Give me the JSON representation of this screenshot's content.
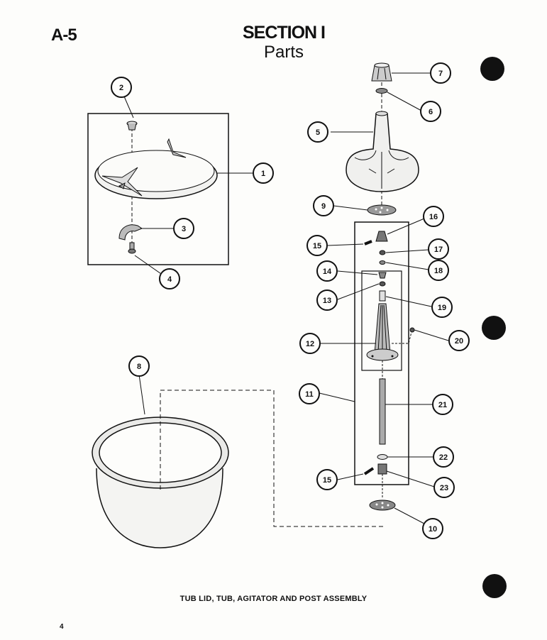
{
  "header": {
    "page_code": "A-5",
    "section_title": "SECTION I",
    "section_subtitle": "Parts"
  },
  "caption": "TUB LID, TUB, AGITATOR AND POST ASSEMBLY",
  "page_number": "4",
  "callouts": [
    "1",
    "2",
    "3",
    "4",
    "5",
    "6",
    "7",
    "8",
    "9",
    "10",
    "11",
    "12",
    "13",
    "14",
    "15",
    "15",
    "16",
    "17",
    "18",
    "19",
    "20",
    "21",
    "22",
    "23"
  ]
}
